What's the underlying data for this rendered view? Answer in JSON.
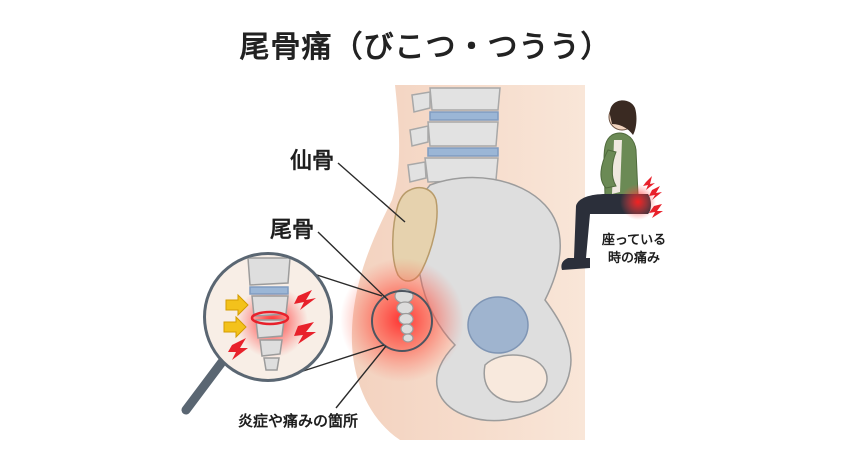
{
  "title": "尾骨痛（びこつ・つうう）",
  "labels": {
    "sacrum": "仙骨",
    "coccyx": "尾骨",
    "inflammation": "炎症や痛みの箇所",
    "sitting_line1": "座っている",
    "sitting_line2": "時の痛み"
  },
  "colors": {
    "skin": "#f6dccb",
    "bone": "#dcdcdc",
    "coccyx_bone": "#d9b98a",
    "disc": "#9bb6d6",
    "pain_red": "#e8212b",
    "lens_frame": "#5a6672"
  }
}
